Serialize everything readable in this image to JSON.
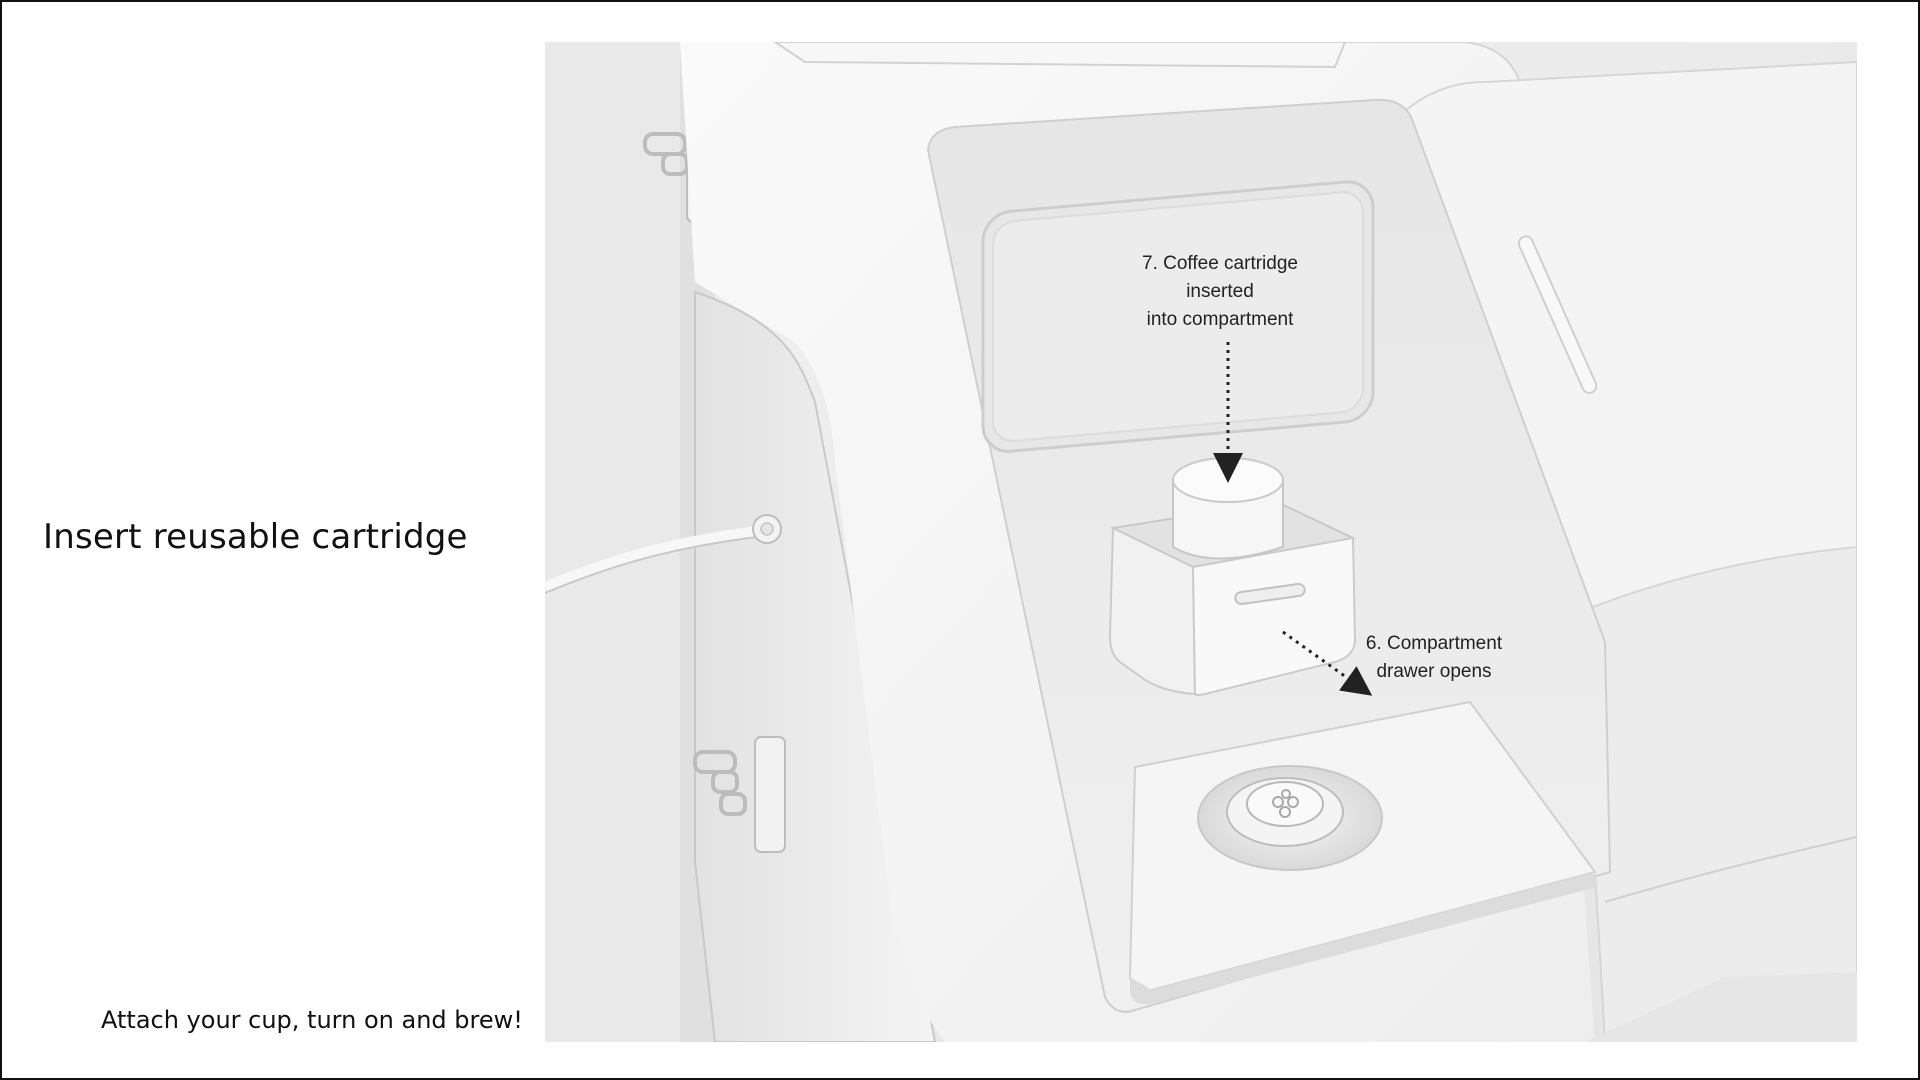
{
  "slide": {
    "title": "Insert reusable cartridge",
    "caption": "Attach your cup, turn on and brew!"
  },
  "illustration": {
    "icon": "coffee-machine-cartridge-render",
    "annotations": {
      "cartridge": {
        "lines": [
          "7. Coffee cartridge",
          "inserted",
          "into compartment"
        ]
      },
      "drawer": {
        "lines": [
          "6. Compartment",
          "drawer opens"
        ]
      }
    }
  },
  "colors": {
    "background": "#ffffff",
    "border": "#111111",
    "render_base": "#eeeeee",
    "arrow": "#222222"
  }
}
